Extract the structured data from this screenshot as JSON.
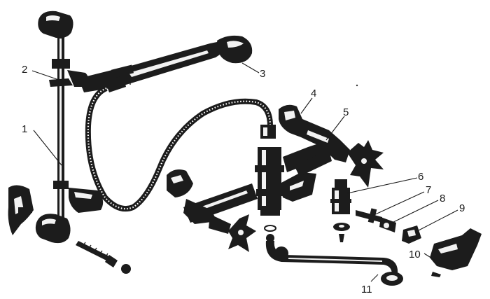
{
  "callouts": [
    {
      "id": "1",
      "part": "shower-rail"
    },
    {
      "id": "2",
      "part": "rail-slider-bracket"
    },
    {
      "id": "3",
      "part": "shower-head"
    },
    {
      "id": "4",
      "part": "valve-handle-left"
    },
    {
      "id": "5",
      "part": "valve-body-right"
    },
    {
      "id": "6",
      "part": "valve-cartridge"
    },
    {
      "id": "7",
      "part": "valve-spindle"
    },
    {
      "id": "8",
      "part": "washer"
    },
    {
      "id": "9",
      "part": "gland-nut"
    },
    {
      "id": "10",
      "part": "lever-handle"
    },
    {
      "id": "11",
      "part": "spout"
    }
  ],
  "icons": [
    "shower-rail-icon",
    "shower-head-icon",
    "flex-hose-icon",
    "mixer-valve-icon",
    "spout-icon",
    "screw-icon",
    "cartridge-icon",
    "handle-icon"
  ]
}
